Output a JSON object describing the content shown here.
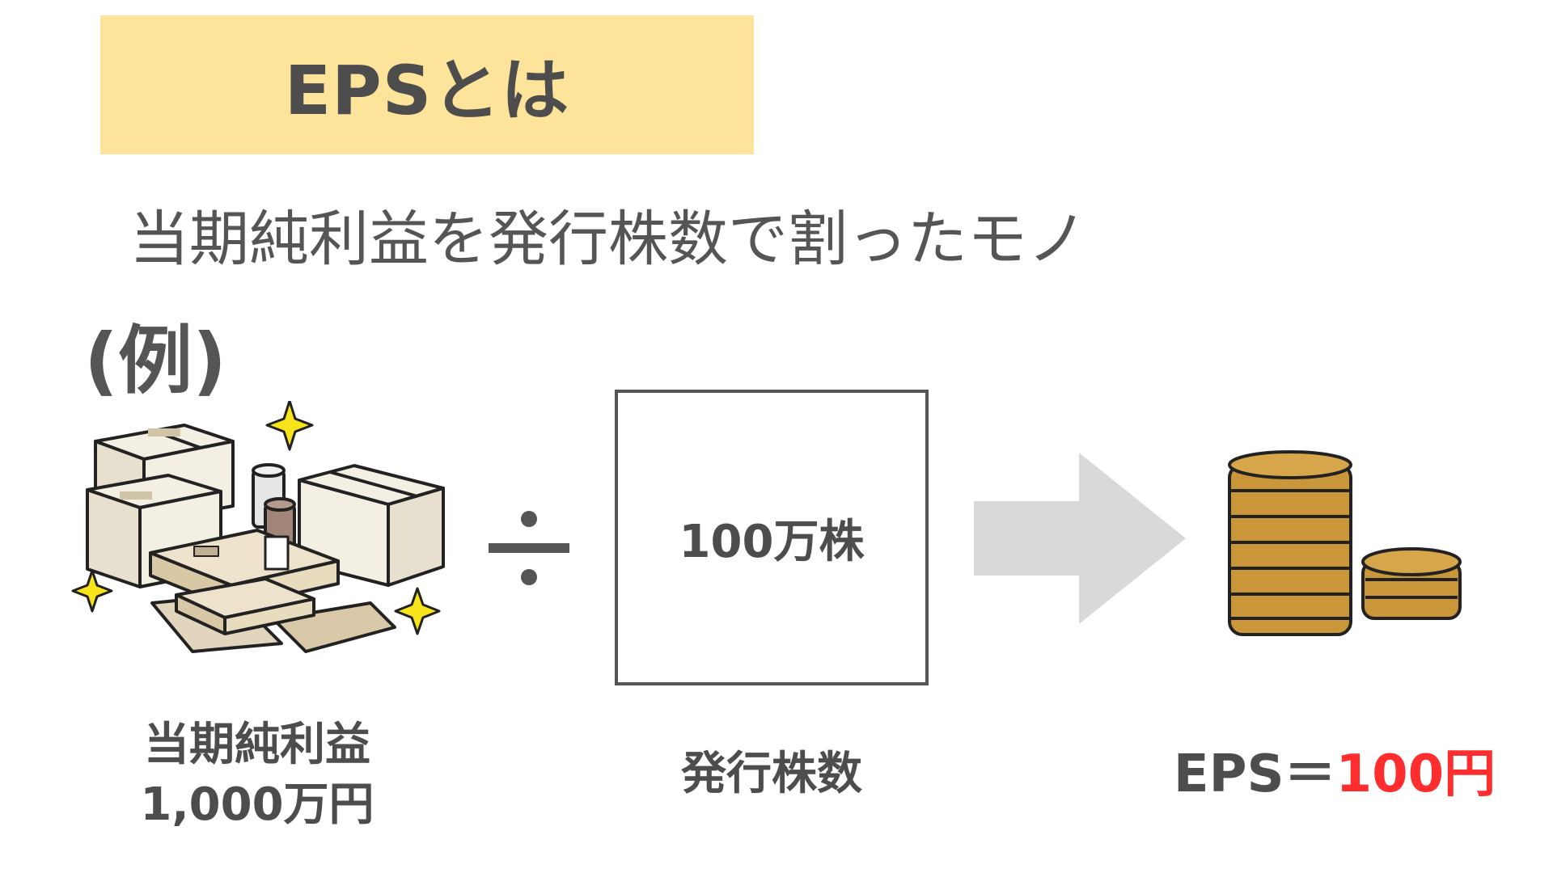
{
  "title": "EPSとは",
  "subtitle": "当期純利益を発行株数で割ったモノ",
  "example_label": "(例)",
  "box_value": "100万株",
  "captions": {
    "net_income_label": "当期純利益",
    "net_income_value": "1,000万円",
    "shares_label": "発行株数",
    "eps_prefix": "EPS＝",
    "eps_value": "100円"
  },
  "colors": {
    "title_bg": "#fde49a",
    "text": "#4d4d4d",
    "accent_red": "#ff2e2e",
    "arrow": "#d9d9d9",
    "coin": "#c9963a"
  },
  "icons": [
    "money-stack-illustration",
    "divide-icon",
    "right-arrow-icon",
    "coin-stack-illustration"
  ]
}
